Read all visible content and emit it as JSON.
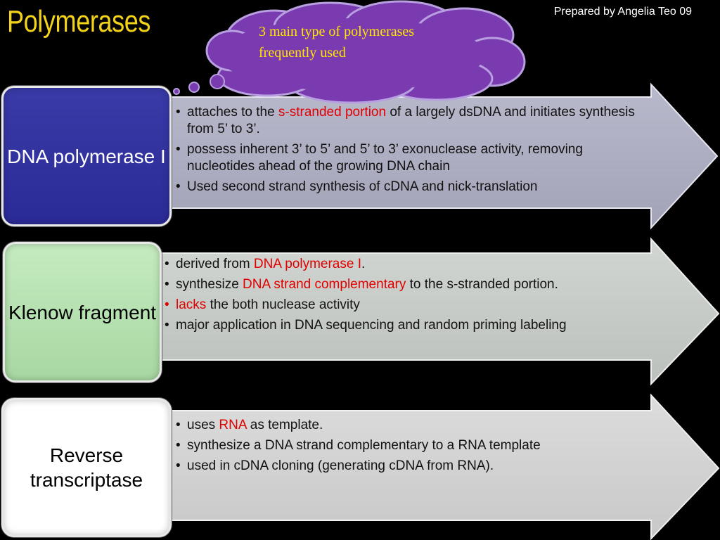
{
  "slide": {
    "title": "Polymerases",
    "credit": "Prepared by Angelia Teo 09",
    "callout": "3 main type of polymerases frequently used"
  },
  "colors": {
    "title": "#f2d21a",
    "callout_fill": "#7a3ab0",
    "callout_text": "#ffe600",
    "highlight": "#e00000",
    "box1_fill": "#2f2f9c",
    "box2_fill": "#b4dfae",
    "box3_fill": "#ffffff"
  },
  "rows": [
    {
      "label": "DNA polymerase I",
      "bullets": [
        {
          "parts": [
            "attaches to the ",
            "s-stranded portion",
            " of a largely dsDNA and initiates synthesis from 5’ to 3’."
          ]
        },
        {
          "parts": [
            "possess inherent 3’ to 5’ and 5’ to 3’ exonuclease activity, removing nucleotides ahead of the growing DNA chain"
          ]
        },
        {
          "parts": [
            "Used second strand synthesis of cDNA and nick-translation"
          ]
        }
      ]
    },
    {
      "label": "Klenow fragment",
      "bullets": [
        {
          "parts": [
            "derived from ",
            "DNA polymerase I",
            "."
          ]
        },
        {
          "parts": [
            "synthesize ",
            "DNA strand complementary",
            " to the s-stranded portion."
          ]
        },
        {
          "parts": [
            "lacks",
            " the both nuclease activity"
          ]
        },
        {
          "parts": [
            "major application in DNA sequencing and random priming labeling"
          ]
        }
      ]
    },
    {
      "label": "Reverse transcriptase",
      "bullets": [
        {
          "parts": [
            "uses ",
            "RNA",
            " as template."
          ]
        },
        {
          "parts": [
            "synthesize a DNA strand complementary to a RNA template"
          ]
        },
        {
          "parts": [
            "used in cDNA cloning (generating cDNA from RNA)."
          ]
        }
      ]
    }
  ]
}
